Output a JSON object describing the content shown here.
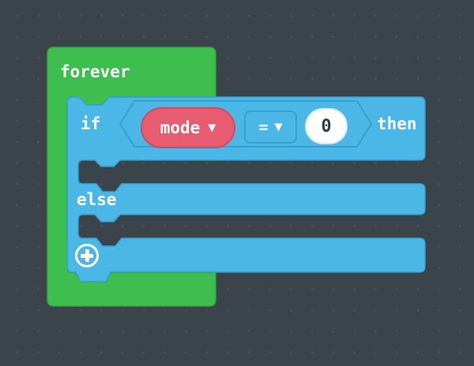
{
  "canvas": {
    "background_color": "#3B434B",
    "dot_color": "#4C555D"
  },
  "forever_block": {
    "label": "forever",
    "fill": "#3EBE4E",
    "stroke": "#34A53F"
  },
  "if_block": {
    "fill": "#4BB7E6",
    "stroke": "#389ECD",
    "if_label": "if",
    "then_label": "then",
    "else_label": "else",
    "condition": {
      "variable": {
        "label": "mode",
        "fill": "#E65C70",
        "stroke": "#D04B60",
        "arrow_icon": "▼"
      },
      "operator": {
        "label": "=",
        "arrow_icon": "▼"
      },
      "value": {
        "label": "0",
        "text_color": "#2C3E50"
      }
    },
    "expand_icon": "plus-icon"
  }
}
